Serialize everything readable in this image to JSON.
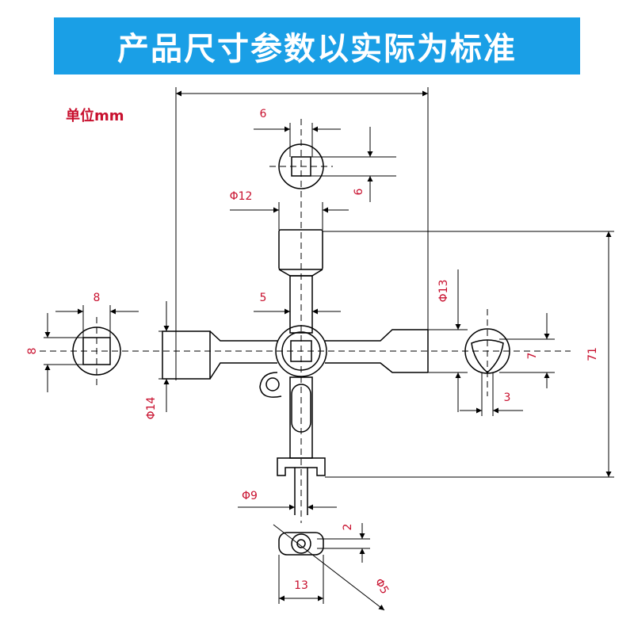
{
  "banner": {
    "title": "产品尺寸参数以实际为标准"
  },
  "unit_label": "单位mm",
  "colors": {
    "banner": "#1a9fe6",
    "dimension_text": "#c8102e",
    "line": "#000000"
  },
  "dimensions": {
    "top_square": "6",
    "top_square_height": "6",
    "top_tube_dia": "Φ12",
    "center_square": "5",
    "left_square_w": "8",
    "left_square_h": "8",
    "left_tube_dia": "Φ14",
    "right_tube_dia": "Φ13",
    "triangle_height": "7",
    "triangle_width": "3",
    "total_length": "71",
    "bottom_tube_dia": "Φ9",
    "tip_offset": "2",
    "tip_width": "13",
    "tip_hole_dia": "Φ5"
  }
}
